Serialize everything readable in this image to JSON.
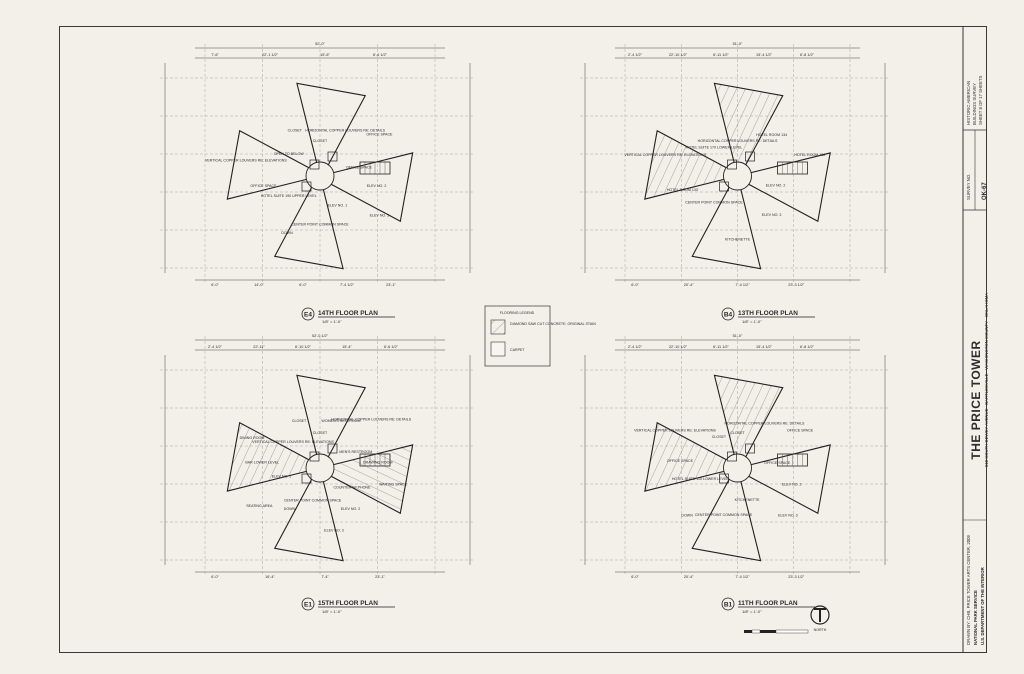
{
  "sheet": {
    "title": "THE PRICE TOWER",
    "address": "510 SOUTH DEWEY AVENUE · BARTLESVILLE · WASHINGTON COUNTY · OKLAHOMA",
    "drawn_by": "DRAWN BY: CHB, PRICE TOWER ARTS CENTER, 2009",
    "agency_line1": "NATIONAL PARK SERVICE",
    "agency_line2": "U.S. DEPARTMENT OF THE INTERIOR",
    "survey_label": "SURVEY NO.",
    "survey_no": "OK-67",
    "habs_line1": "HISTORIC AMERICAN",
    "habs_line2": "BUILDINGS SURVEY",
    "sheet_no": "SHEET 8 OF 17 SHEETS",
    "north_label": "NORTH"
  },
  "plans": [
    {
      "id": "E4",
      "title": "14TH FLOOR PLAN",
      "scale": "1/8\" = 1'-0\"",
      "rooms": [
        "CLOSET",
        "HORIZONTAL COPPER LOUVERS RE: DETAILS",
        "OFFICE SPACE",
        "OFFICE SPACE",
        "ELEV NO. 2",
        "ELEV NO. 3",
        "ELEV NO. 1",
        "CENTER POINT COMMON SPACE",
        "DOWN",
        "HOTEL SUITE 190 UPPER LEVEL",
        "OFFICE SPACE",
        "VERTICAL COPPER LOUVERS RE: ELEVATIONS",
        "OPEN TO BELOW",
        "CLOSET"
      ],
      "dims_top": [
        "52'-0\"",
        "7'-6\"",
        "22'-1 1/2\"",
        "15'-6\"",
        "6'-4 1/2\""
      ],
      "dims_bottom": [
        "6'-0\"",
        "14'-0\"",
        "6'-0\"",
        "7'-4 1/2\"",
        "23'-1\""
      ]
    },
    {
      "id": "B4",
      "title": "13TH FLOOR PLAN",
      "scale": "1/8\" = 1'-0\"",
      "rooms": [
        "HORIZONTAL COPPER LOUVERS RE: DETAILS",
        "HOTEL ROOM 134",
        "HOTEL ROOM 136",
        "ELEV NO. 2",
        "ELEV NO. 3",
        "KITCHENETTE",
        "CENTER POINT COMMON SPACE",
        "HOTEL ROOM 133",
        "VERTICAL COPPER LOUVERS RE: ELEVATIONS",
        "HOTEL SUITE 170 LOWER LEVEL"
      ],
      "dims_top": [
        "51'-0\"",
        "2'-4 1/2\"",
        "22'-10 1/2\"",
        "6'-11 1/2\"",
        "15'-4 1/2\"",
        "6'-8 1/2\""
      ],
      "dims_bottom": [
        "6'-0\"",
        "20'-4\"",
        "7'-4 1/2\"",
        "23'-3 1/2\""
      ]
    },
    {
      "id": "E1",
      "title": "15TH FLOOR PLAN",
      "scale": "1/8\" = 1'-0\"",
      "rooms": [
        "CLOSET",
        "WOMEN'S RESTROOM",
        "HORIZONTAL COPPER LOUVERS RE: DETAILS",
        "MEN'S RESTROOM",
        "DRAWING ROOM",
        "WAITING SPACE",
        "COUNTER W/ PHONE",
        "ELEV NO. 2",
        "ELEV NO. 3",
        "CENTER POINT COMMON SPACE",
        "DOWN",
        "SEATING AREA",
        "ELEV NO. 1",
        "BAR LOWER LEVEL",
        "DINING ROOM",
        "VERTICAL COPPER LOUVERS RE: ELEVATIONS",
        "CLOSET"
      ],
      "dims_top": [
        "52'-0 1/2\"",
        "2'-4 1/2\"",
        "22'-11\"",
        "6'-10 1/2\"",
        "15'-4\"",
        "6'-6 1/2\""
      ],
      "dims_bottom": [
        "6'-0\"",
        "16'-4\"",
        "7'-4\"",
        "23'-1\""
      ]
    },
    {
      "id": "B1",
      "title": "11TH FLOOR PLAN",
      "scale": "1/8\" = 1'-0\"",
      "rooms": [
        "CLOSET",
        "HORIZONTAL COPPER LOUVERS RE: DETAILS",
        "OFFICE SPACE",
        "OFFICE SPACE",
        "ELEV NO. 2",
        "ELEV NO. 3",
        "KITCHENETTE",
        "CENTER POINT COMMON SPACE",
        "DOWN",
        "HOTEL SUITE 110 LOWER LEVEL",
        "OFFICE SPACE",
        "VERTICAL COPPER LOUVERS RE: ELEVATIONS",
        "CLOSET"
      ],
      "dims_top": [
        "51'-0\"",
        "2'-4 1/2\"",
        "22'-10 1/2\"",
        "6'-11 1/2\"",
        "15'-4 1/2\"",
        "6'-8 1/2\""
      ],
      "dims_bottom": [
        "6'-0\"",
        "20'-4\"",
        "7'-4 1/2\"",
        "23'-3 1/2\""
      ]
    }
  ],
  "legend": {
    "title": "FLOORING LEGEND",
    "items": [
      "DIAMOND SAW CUT CONCRETE, ORIGINAL STAIN",
      "CARPET"
    ]
  }
}
